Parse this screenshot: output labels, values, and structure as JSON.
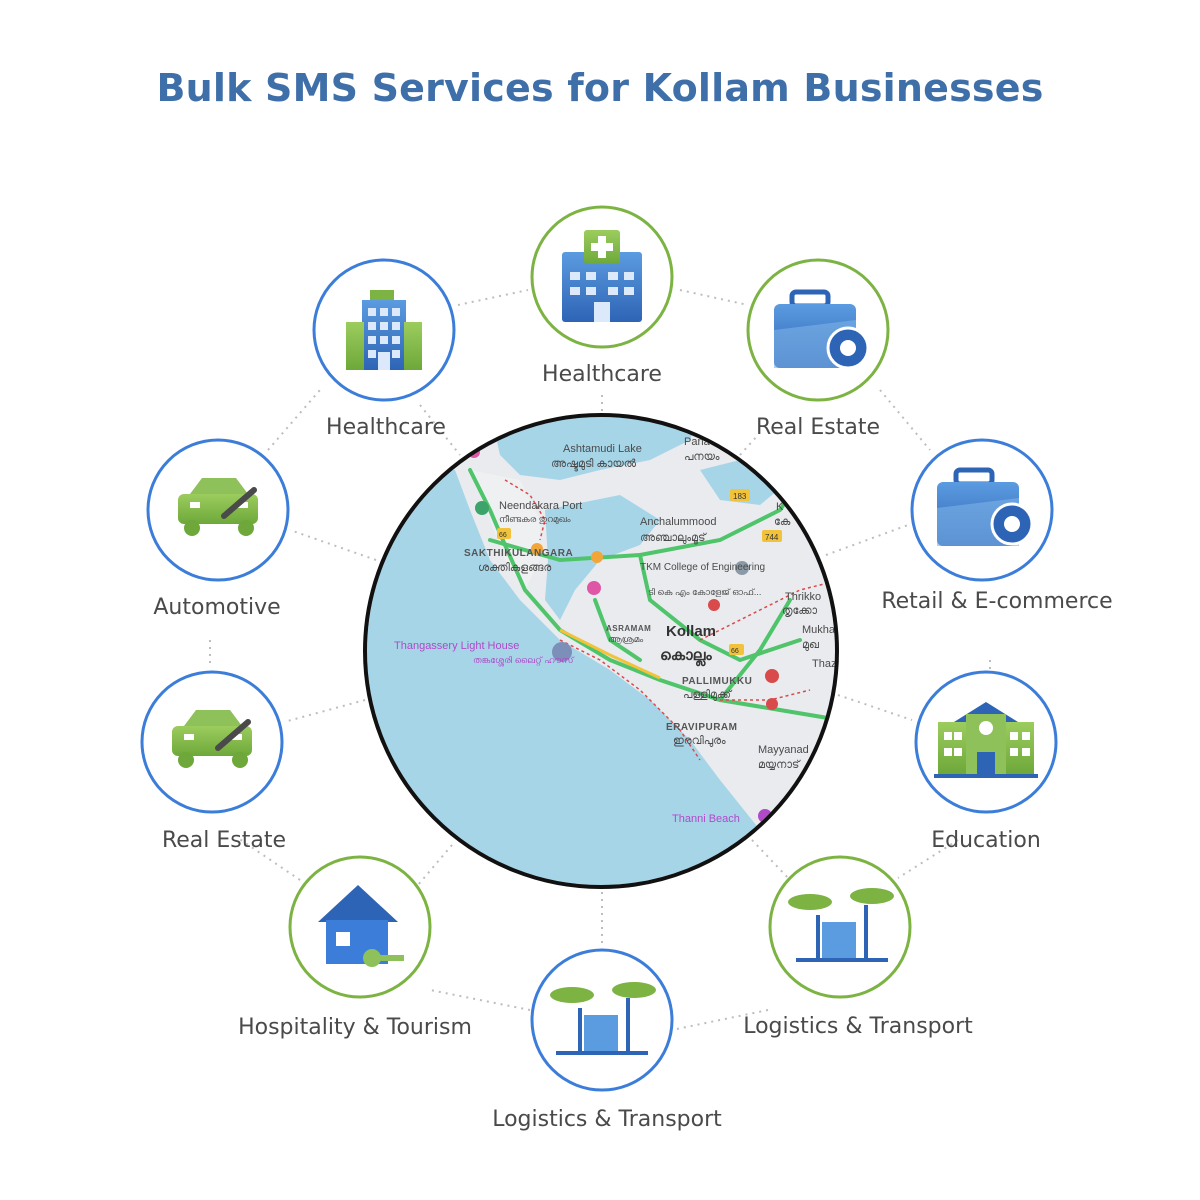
{
  "title": "Bulk SMS Services for Kollam Businesses",
  "nodes": [
    {
      "label": "Healthcare",
      "icon": "hospital-icon"
    },
    {
      "label": "Real Estate",
      "icon": "briefcase-gear-icon"
    },
    {
      "label": "Retail & E-commerce",
      "icon": "briefcase-gear-icon"
    },
    {
      "label": "Education",
      "icon": "school-building-icon"
    },
    {
      "label": "Logistics & Transport",
      "icon": "palm-trees-icon"
    },
    {
      "label": "Logistics & Transport",
      "icon": "palm-trees-icon"
    },
    {
      "label": "Hospitality & Tourism",
      "icon": "house-key-icon"
    },
    {
      "label": "Real Estate",
      "icon": "car-wrench-icon"
    },
    {
      "label": "Automotive",
      "icon": "car-wrench-icon"
    },
    {
      "label": "Healthcare",
      "icon": "office-building-icon"
    }
  ],
  "map": {
    "labels": {
      "lake_en": "Ashtamudi Lake",
      "lake_ml": "അഷ്ടമുടി കായൽ",
      "panayam_en": "Pana",
      "panayam_ml": "പനയം",
      "port_en": "Neendakara Port",
      "port_ml": "നീണ്ടകര തുറമുഖം",
      "sakthi_en": "SAKTHIKULANGARA",
      "sakthi_ml": "ശക്തികുളങ്ങര",
      "anchal_en": "Anchalummood",
      "anchal_ml": "അഞ്ചാലുംമൂട്",
      "tkm_en": "TKM College of Engineering",
      "tkm_ml": "ടി കെ എം കോളേജ് ഓഫ്...",
      "light_en": "Thangassery Light House",
      "light_ml": "തങ്കശ്ശേരി ലൈറ്റ് ഹൗസ്",
      "asramam_en": "ASRAMAM",
      "asramam_ml": "ആശ്രമം",
      "kollam_en": "Kollam",
      "kollam_ml": "കൊല്ലം",
      "palli_en": "PALLIMUKKU",
      "palli_ml": "പള്ളിമുക്ക്",
      "erav_en": "ERAVIPURAM",
      "erav_ml": "ഇരവിപുരം",
      "thrikk_en": "Thrikko",
      "thrikk_ml": "തൃക്കോ",
      "mukha_en": "Mukha",
      "mukha_ml": "മുഖ",
      "thaz": "Thaz",
      "mayy_en": "Mayyanad",
      "mayy_ml": "മയ്യനാട്",
      "thanni": "Thanni Beach",
      "k1": "K",
      "k1_ml": "കേ",
      "r183": "183",
      "r744": "744",
      "r66a": "66",
      "r66b": "66"
    }
  }
}
